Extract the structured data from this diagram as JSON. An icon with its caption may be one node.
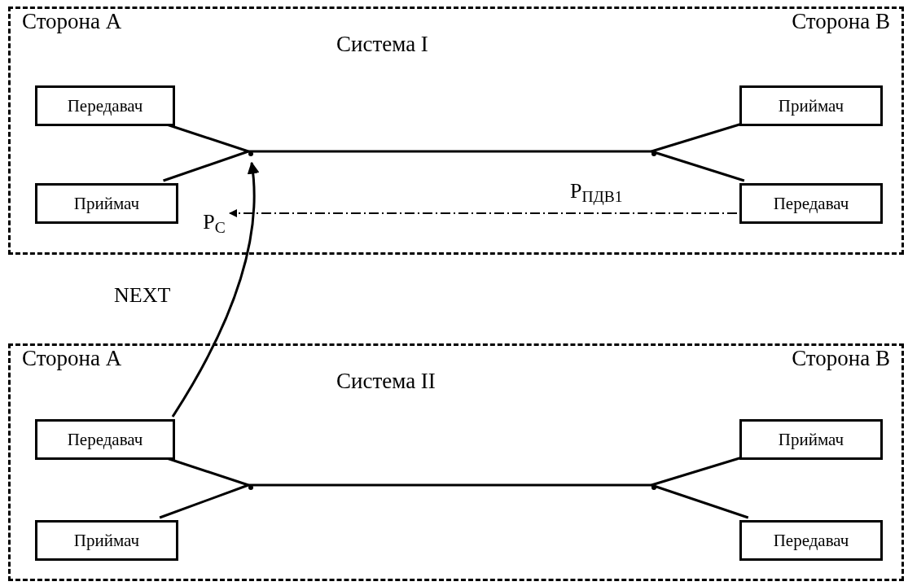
{
  "diagram": {
    "nodes": [
      {
        "text": [
          "Сторона A",
          "Система I",
          "Сторона B"
        ]
      },
      {
        "text": [
          "Передавач"
        ],
        "in": 0
      },
      {
        "text": [
          "Приймач"
        ],
        "in": 0
      },
      {
        "text": [],
        "shape": "point",
        "in": 0
      },
      {
        "text": [],
        "shape": "point",
        "in": 0
      },
      {
        "text": [
          "Приймач"
        ],
        "in": 0
      },
      {
        "text": [
          "Передавач"
        ],
        "in": 0
      },
      {
        "text": [
          "P$_{C}$"
        ],
        "in": 0
      },
      {
        "text": [
          "Сторона A",
          "Система II",
          "Сторона B"
        ]
      },
      {
        "text": [
          "Передавач"
        ],
        "in": 8
      },
      {
        "text": [
          "Приймач"
        ],
        "in": 8
      },
      {
        "text": [],
        "shape": "point",
        "in": 8
      },
      {
        "text": [],
        "shape": "point",
        "in": 8
      },
      {
        "text": [
          "Приймач"
        ],
        "in": 8
      },
      {
        "text": [
          "Передавач"
        ],
        "in": 8
      }
    ],
    "edges": [
      {
        "from": 1,
        "to": 3,
        "arrow": "none"
      },
      {
        "from": 2,
        "to": 3,
        "arrow": "none"
      },
      {
        "from": 3,
        "to": 4,
        "arrow": "none"
      },
      {
        "from": 4,
        "to": 5,
        "arrow": "none"
      },
      {
        "from": 4,
        "to": 6,
        "arrow": "none"
      },
      {
        "from": 9,
        "to": 11,
        "arrow": "none"
      },
      {
        "from": 10,
        "to": 11,
        "arrow": "none"
      },
      {
        "from": 11,
        "to": 12,
        "arrow": "none"
      },
      {
        "from": 12,
        "to": 13,
        "arrow": "none"
      },
      {
        "from": 12,
        "to": 14,
        "arrow": "none"
      },
      {
        "from": 6,
        "to": 7,
        "arrow": "to",
        "label": "P$_{ПДВ1}$",
        "style": "dashed"
      },
      {
        "from": 9,
        "to": 3,
        "arrow": "to",
        "label": "NEXT"
      }
    ]
  }
}
